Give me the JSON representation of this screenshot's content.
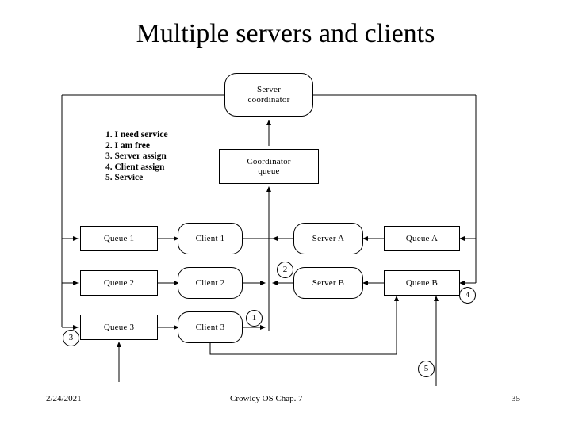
{
  "slide": {
    "title": "Multiple servers and clients",
    "page_number": "35"
  },
  "legend": {
    "items": [
      "1. I need service",
      "2. I am free",
      "3. Server assign",
      "4. Client assign",
      "5. Service"
    ]
  },
  "diagram": {
    "nodes": {
      "server_coordinator": "Server\ncoordinator",
      "server_coordinator_line1": "Server",
      "server_coordinator_line2": "coordinator",
      "coordinator_queue_line1": "Coordinator",
      "coordinator_queue_line2": "queue",
      "queue_1": "Queue 1",
      "queue_2": "Queue 2",
      "queue_3": "Queue 3",
      "client_1": "Client 1",
      "client_2": "Client 2",
      "client_3": "Client 3",
      "server_a": "Server A",
      "server_b": "Server B",
      "queue_a": "Queue A",
      "queue_b": "Queue B"
    },
    "callouts": {
      "one": "1",
      "two": "2",
      "three": "3",
      "four": "4",
      "five": "5"
    }
  },
  "footer": {
    "date": "2/24/2021",
    "center": "Crowley  OS  Chap. 7",
    "page": "35"
  },
  "colors": {
    "ink": "#000000",
    "background": "#ffffff"
  }
}
